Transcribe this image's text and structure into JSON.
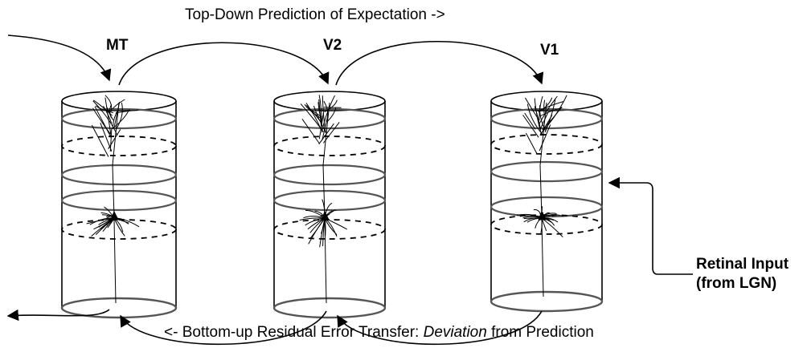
{
  "title": "Top-Down Prediction of Expectation ->",
  "bottom_caption": {
    "prefix": "<- Bottom-up Residual Error Transfer: ",
    "emphasis": "Deviation",
    "suffix": " from Prediction"
  },
  "columns": [
    {
      "label": "MT"
    },
    {
      "label": "V2"
    },
    {
      "label": "V1"
    }
  ],
  "input": {
    "line1": "Retinal Input",
    "line2": "(from LGN)"
  },
  "colors": {
    "stroke": "#000000",
    "layer_line": "#555555",
    "background": "#ffffff"
  }
}
